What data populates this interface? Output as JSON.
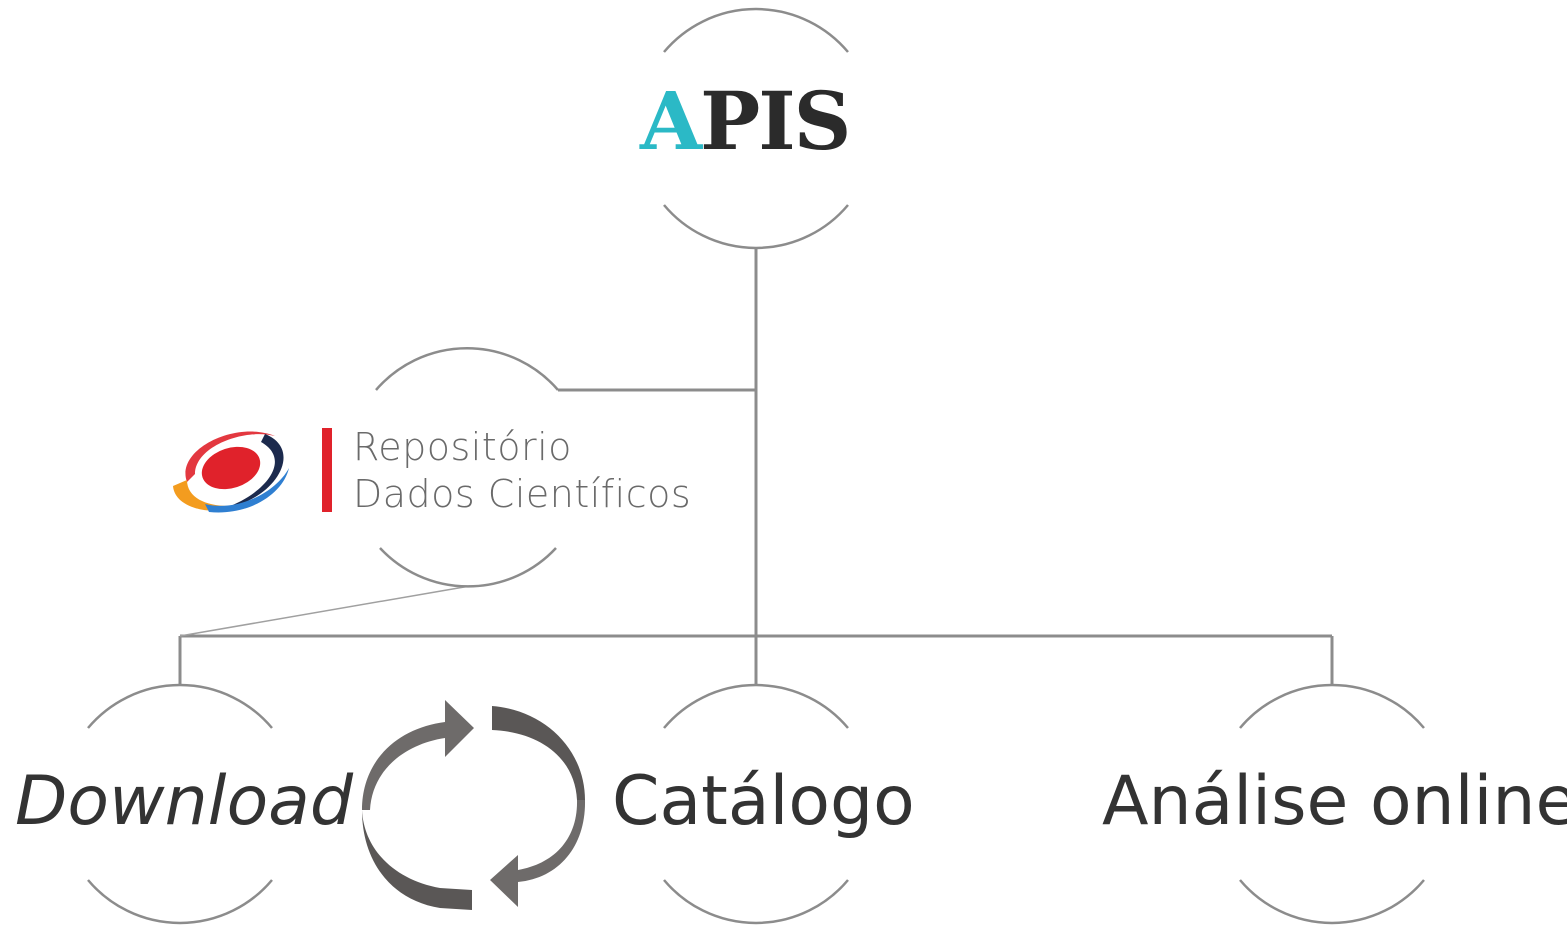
{
  "root": {
    "logo_letter_first": "A",
    "logo_letters_rest": "PIS",
    "accent_color": "#2bb9c6",
    "text_color": "#2b2b2b"
  },
  "repository": {
    "line1": "Repositório",
    "line2": "Dados Científicos",
    "logo_icon": "orbit-logo-icon",
    "brand_colors": [
      "#e0222b",
      "#1c2a4d",
      "#f39c1f",
      "#2f7fd1"
    ]
  },
  "children": {
    "download": "Download",
    "catalogo": "Catálogo",
    "analise": "Análise online"
  },
  "cycle_icon": "sync-arrows-icon",
  "line_color": "#8c8c8c"
}
